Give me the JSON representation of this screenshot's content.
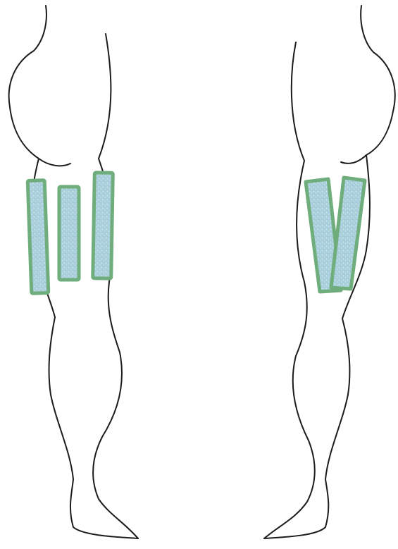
{
  "figure": {
    "views": [
      {
        "id": "left-view",
        "strips": [
          {
            "id": "strip-1"
          },
          {
            "id": "strip-2"
          },
          {
            "id": "strip-3"
          }
        ]
      },
      {
        "id": "right-view",
        "strips": [
          {
            "id": "strip-v-left"
          },
          {
            "id": "strip-v-right"
          }
        ]
      }
    ]
  },
  "colors": {
    "background": "#ffffff",
    "outline": "#1c1c1c",
    "strip_stroke": "#6fae7c",
    "strip_fill": "#a9cfdc",
    "strip_fill_light": "#d6e9ef"
  },
  "icons": {
    "left_leg": "leg-outline-side-view-icon",
    "right_leg": "leg-outline-rear-view-icon",
    "strip": "kinesio-tape-strip-icon"
  }
}
